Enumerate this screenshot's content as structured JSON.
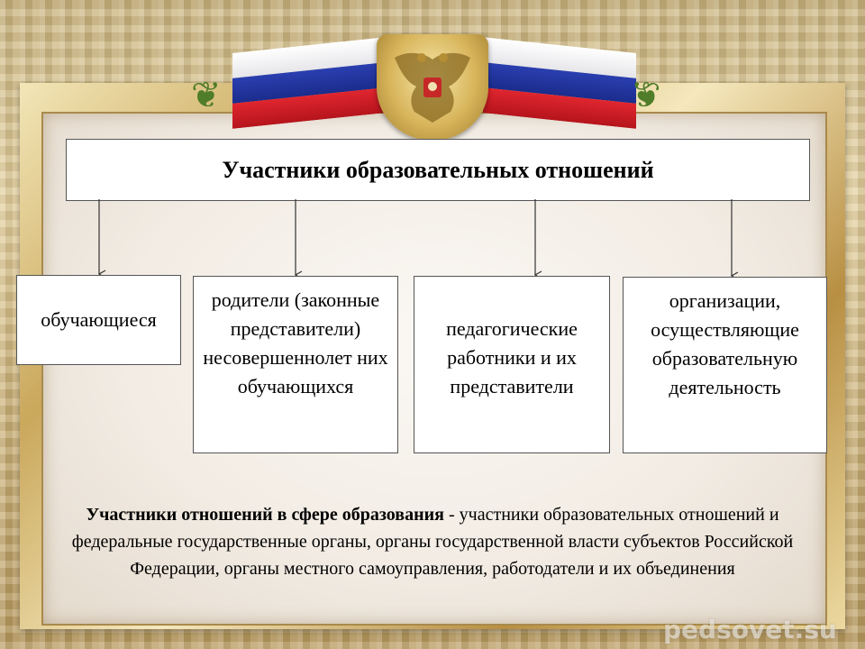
{
  "title": "Участники образовательных отношений",
  "participants": [
    "обучающиеся",
    "родители (законные представители) несовершеннолет них обучающихся",
    "педагогические работники и их представители",
    "организации, осуществляющие образовательную деятельность"
  ],
  "definition": {
    "term": "Участники отношений в сфере образования",
    "text": " - участники образовательных отношений и федеральные государственные органы, органы государственной власти субъектов Российской Федерации, органы местного самоуправления, работодатели и их объединения"
  },
  "watermark": "pedsovet.su",
  "colors": {
    "flag_white": "#ffffff",
    "flag_blue": "#2a3fb0",
    "flag_red": "#e0262f",
    "frame_gold": "#caa85c"
  },
  "icons": [
    "russian-flag-icon",
    "coat-of-arms-icon",
    "laurel-branch-icon"
  ]
}
